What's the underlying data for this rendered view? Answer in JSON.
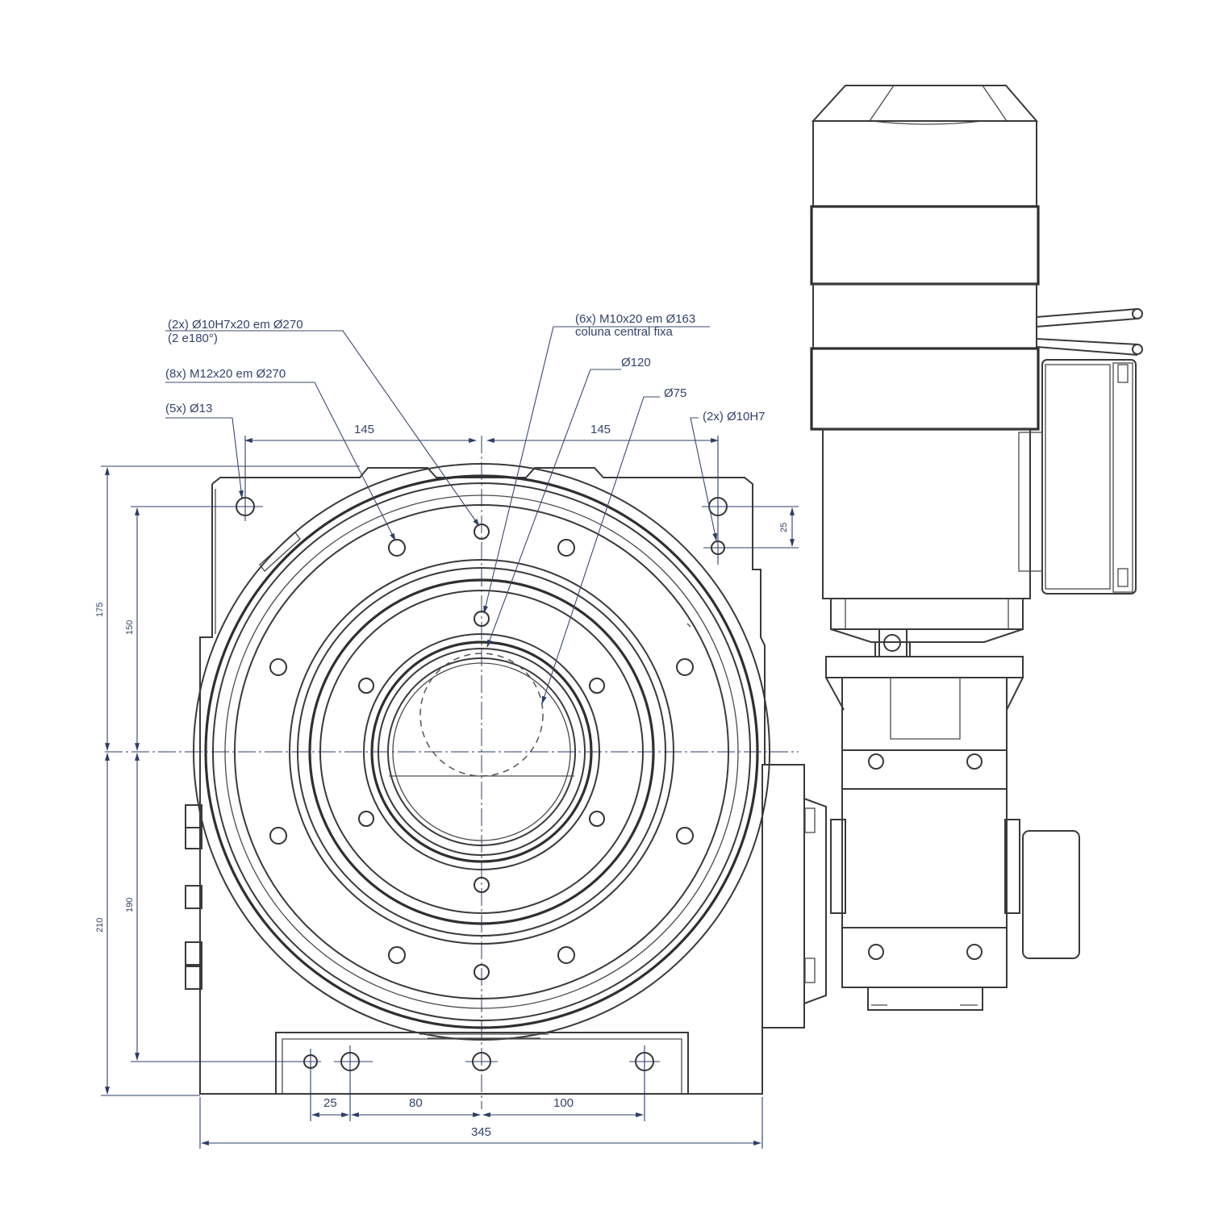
{
  "callouts": {
    "pin_holes_270": "(2x) Ø10H7x20 em Ø270",
    "pin_holes_270_note": "(2 e180°)",
    "thread_holes_270": "(8x) M12x20 em Ø270",
    "mount_holes": "(5x) Ø13",
    "thread_holes_163": "(6x) M10x20 em Ø163",
    "thread_holes_163_note": "coluna central fixa",
    "bore_120": "Ø120",
    "bore_75": "Ø75",
    "pin_holes_h7": "(2x) Ø10H7"
  },
  "dimensions": {
    "top_left": "145",
    "top_right": "145",
    "right_vertical": "25",
    "left_upper": "175",
    "left_upper_inner": "150",
    "left_lower": "210",
    "left_lower_inner": "190",
    "bottom_25": "25",
    "bottom_80": "80",
    "bottom_100": "100",
    "overall_width": "345"
  }
}
